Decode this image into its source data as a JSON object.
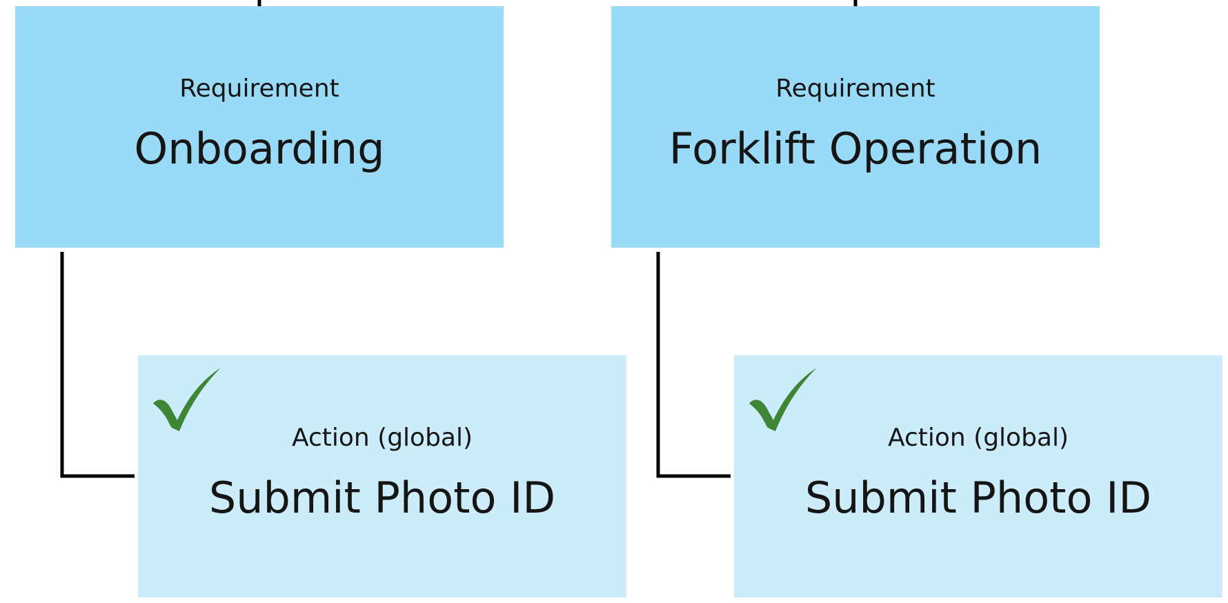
{
  "requirements": [
    {
      "kind": "Requirement",
      "name": "Onboarding"
    },
    {
      "kind": "Requirement",
      "name": "Forklift Operation"
    }
  ],
  "actions": [
    {
      "kind": "Action (global)",
      "name": "Submit Photo ID",
      "status_icon": "checkmark-icon"
    },
    {
      "kind": "Action (global)",
      "name": "Submit Photo ID",
      "status_icon": "checkmark-icon"
    }
  ],
  "colors": {
    "requirement_fill": "#99dbf6",
    "action_fill": "#ccecfa",
    "connector": "#000000",
    "checkmark": "#3e8635"
  }
}
